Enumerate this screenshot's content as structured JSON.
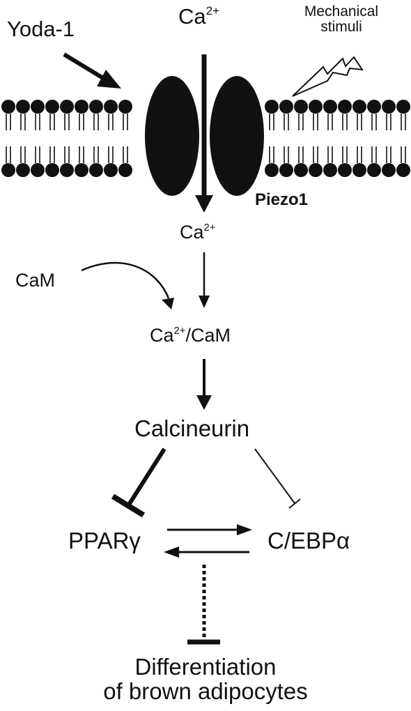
{
  "labels": {
    "yoda": "Yoda-1",
    "ca_top_base": "Ca",
    "ca_top_sup": "2+",
    "mech_line1": "Mechanical",
    "mech_line2": "stimuli",
    "piezo": "Piezo1",
    "ca_mid_base": "Ca",
    "ca_mid_sup": "2+",
    "cam": "CaM",
    "cacam_base": "Ca",
    "cacam_sup": "2+",
    "cacam_rest": "/CaM",
    "calcineurin": "Calcineurin",
    "ppar": "PPARγ",
    "cebp": "C/EBPα",
    "diff_line1": "Differentiation",
    "diff_line2": "of brown adipocytes"
  },
  "colors": {
    "ink": "#111111",
    "background": "#ffffff"
  }
}
